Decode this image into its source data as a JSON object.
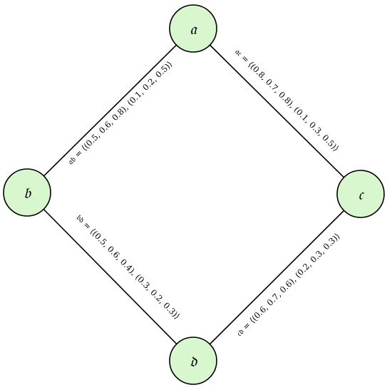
{
  "nodes": {
    "a": {
      "label": "𝔞"
    },
    "b": {
      "label": "𝔟"
    },
    "c": {
      "label": "𝔠"
    },
    "d": {
      "label": "𝔡"
    }
  },
  "edges": {
    "ab": {
      "label": "𝔞𝔟 = ⟨(0.5, 0.6, 0.8), (0.1, 0.2, 0.5)⟩"
    },
    "ac": {
      "label": "𝔞𝔠 = ⟨(0.8, 0.7, 0.8), (0.1, 0.3, 0.5)⟩"
    },
    "bd": {
      "label": "𝔟𝔡 = ⟨(0.5, 0.6, 0.4), (0.3, 0.2, 0.3)⟩"
    },
    "cd": {
      "label": "𝔠𝔡 = ⟨(0.6, 0.7, 0.6), (0.2, 0.3, 0.3)⟩"
    }
  },
  "colors": {
    "node_fill": "#d9f7cf",
    "stroke": "#000000"
  }
}
